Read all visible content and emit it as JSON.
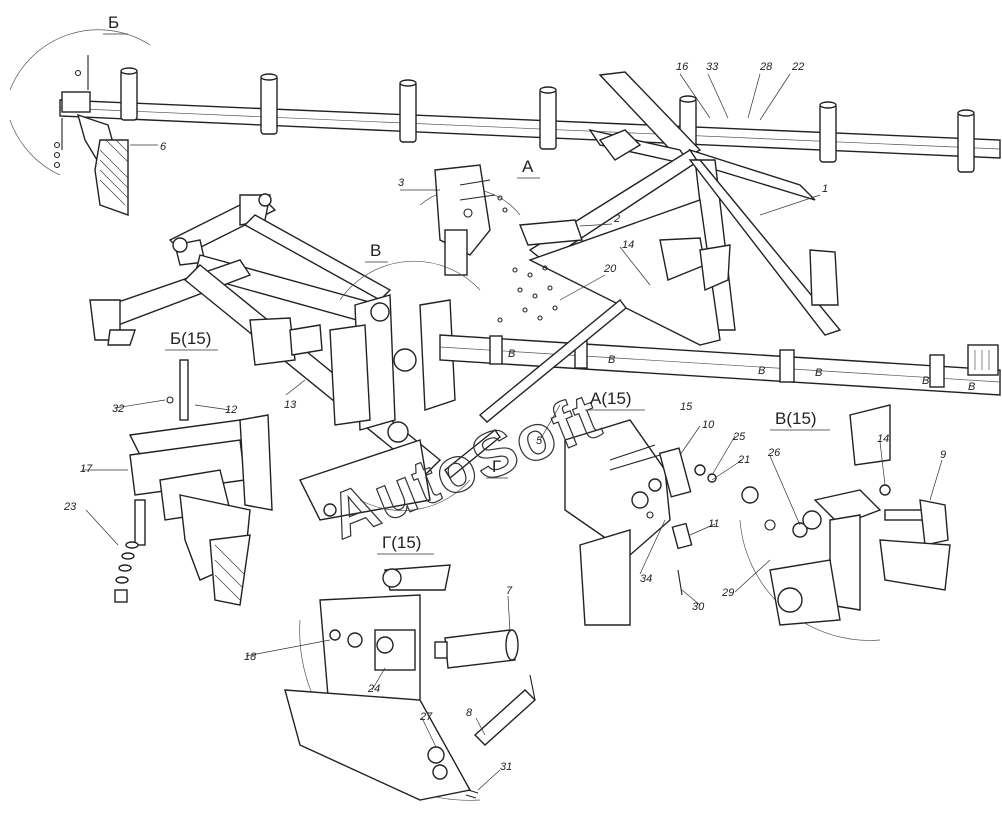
{
  "views": {
    "b": "Б",
    "a": "А",
    "v": "В",
    "g": "Г",
    "b15": "Б(15)",
    "a15": "А(15)",
    "v15": "В(15)",
    "g15": "Г(15)"
  },
  "frame_letters": [
    "В",
    "В",
    "В",
    "В",
    "В",
    "В"
  ],
  "callouts": {
    "c1": "1",
    "c2": "2",
    "c3": "3",
    "c5": "5",
    "c6": "6",
    "c7": "7",
    "c8": "8",
    "c9": "9",
    "c10": "10",
    "c11": "11",
    "c12": "12",
    "c13": "13",
    "c14a": "14",
    "c14b": "14",
    "c15": "15",
    "c16": "16",
    "c17": "17",
    "c18": "18",
    "c20": "20",
    "c21": "21",
    "c22": "22",
    "c23": "23",
    "c24": "24",
    "c25": "25",
    "c26": "26",
    "c27": "27",
    "c28": "28",
    "c29": "29",
    "c30": "30",
    "c31": "31",
    "c32": "32",
    "c33": "33",
    "c34": "34"
  },
  "watermark": "AutoSoft"
}
